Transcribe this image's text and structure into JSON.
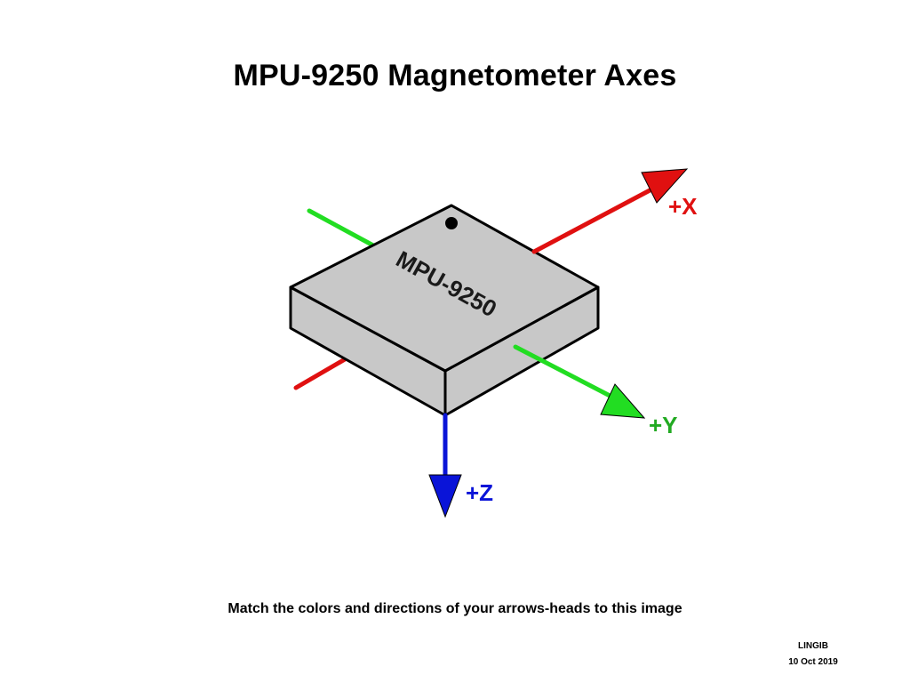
{
  "title": "MPU-9250 Magnetometer Axes",
  "chip": {
    "label": "MPU-9250",
    "fill_color": "#c8c8c8"
  },
  "axes": {
    "x": {
      "label": "+X",
      "color": "#e01010"
    },
    "y": {
      "label": "+Y",
      "color": "#22dd22"
    },
    "z": {
      "label": "+Z",
      "color": "#0a14d8"
    }
  },
  "instruction": "Match the colors and directions of your arrows-heads to this image",
  "author": {
    "name": "LINGIB",
    "date": "10 Oct 2019"
  }
}
